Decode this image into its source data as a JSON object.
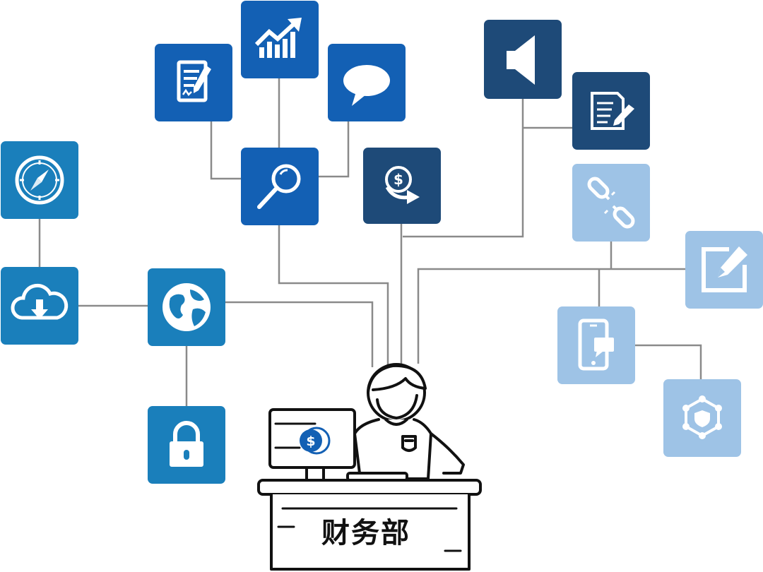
{
  "department": {
    "label": "财务部"
  },
  "person": {
    "monitor_symbol": "$"
  },
  "tiles": [
    {
      "name": "document-edit-tile",
      "icon": "document-pen-icon",
      "color": "#1360b4"
    },
    {
      "name": "growth-chart-tile",
      "icon": "trending-chart-icon",
      "color": "#1360b4"
    },
    {
      "name": "chat-tile",
      "icon": "speech-bubble-icon",
      "color": "#1360b4"
    },
    {
      "name": "search-tile",
      "icon": "magnifier-icon",
      "color": "#1360b4"
    },
    {
      "name": "finance-tile",
      "icon": "dollar-coin-arrow-icon",
      "color": "#1e4a78"
    },
    {
      "name": "speaker-tile",
      "icon": "speaker-icon",
      "color": "#1e4a78"
    },
    {
      "name": "form-tile",
      "icon": "form-pen-icon",
      "color": "#1e4a78"
    },
    {
      "name": "compass-tile",
      "icon": "compass-icon",
      "color": "#1a7fbb"
    },
    {
      "name": "cloud-download-tile",
      "icon": "cloud-download-icon",
      "color": "#1a7fbb"
    },
    {
      "name": "globe-tile",
      "icon": "globe-icon",
      "color": "#1a7fbb"
    },
    {
      "name": "lock-tile",
      "icon": "padlock-icon",
      "color": "#1a7fbb"
    },
    {
      "name": "link-tile",
      "icon": "broken-link-icon",
      "color": "#9ec3e6"
    },
    {
      "name": "note-edit-tile",
      "icon": "edit-square-icon",
      "color": "#9ec3e6"
    },
    {
      "name": "mobile-tile",
      "icon": "mobile-chat-icon",
      "color": "#9ec3e6"
    },
    {
      "name": "security-network-tile",
      "icon": "shield-network-icon",
      "color": "#9ec3e6"
    }
  ],
  "connector_color": "#888888"
}
